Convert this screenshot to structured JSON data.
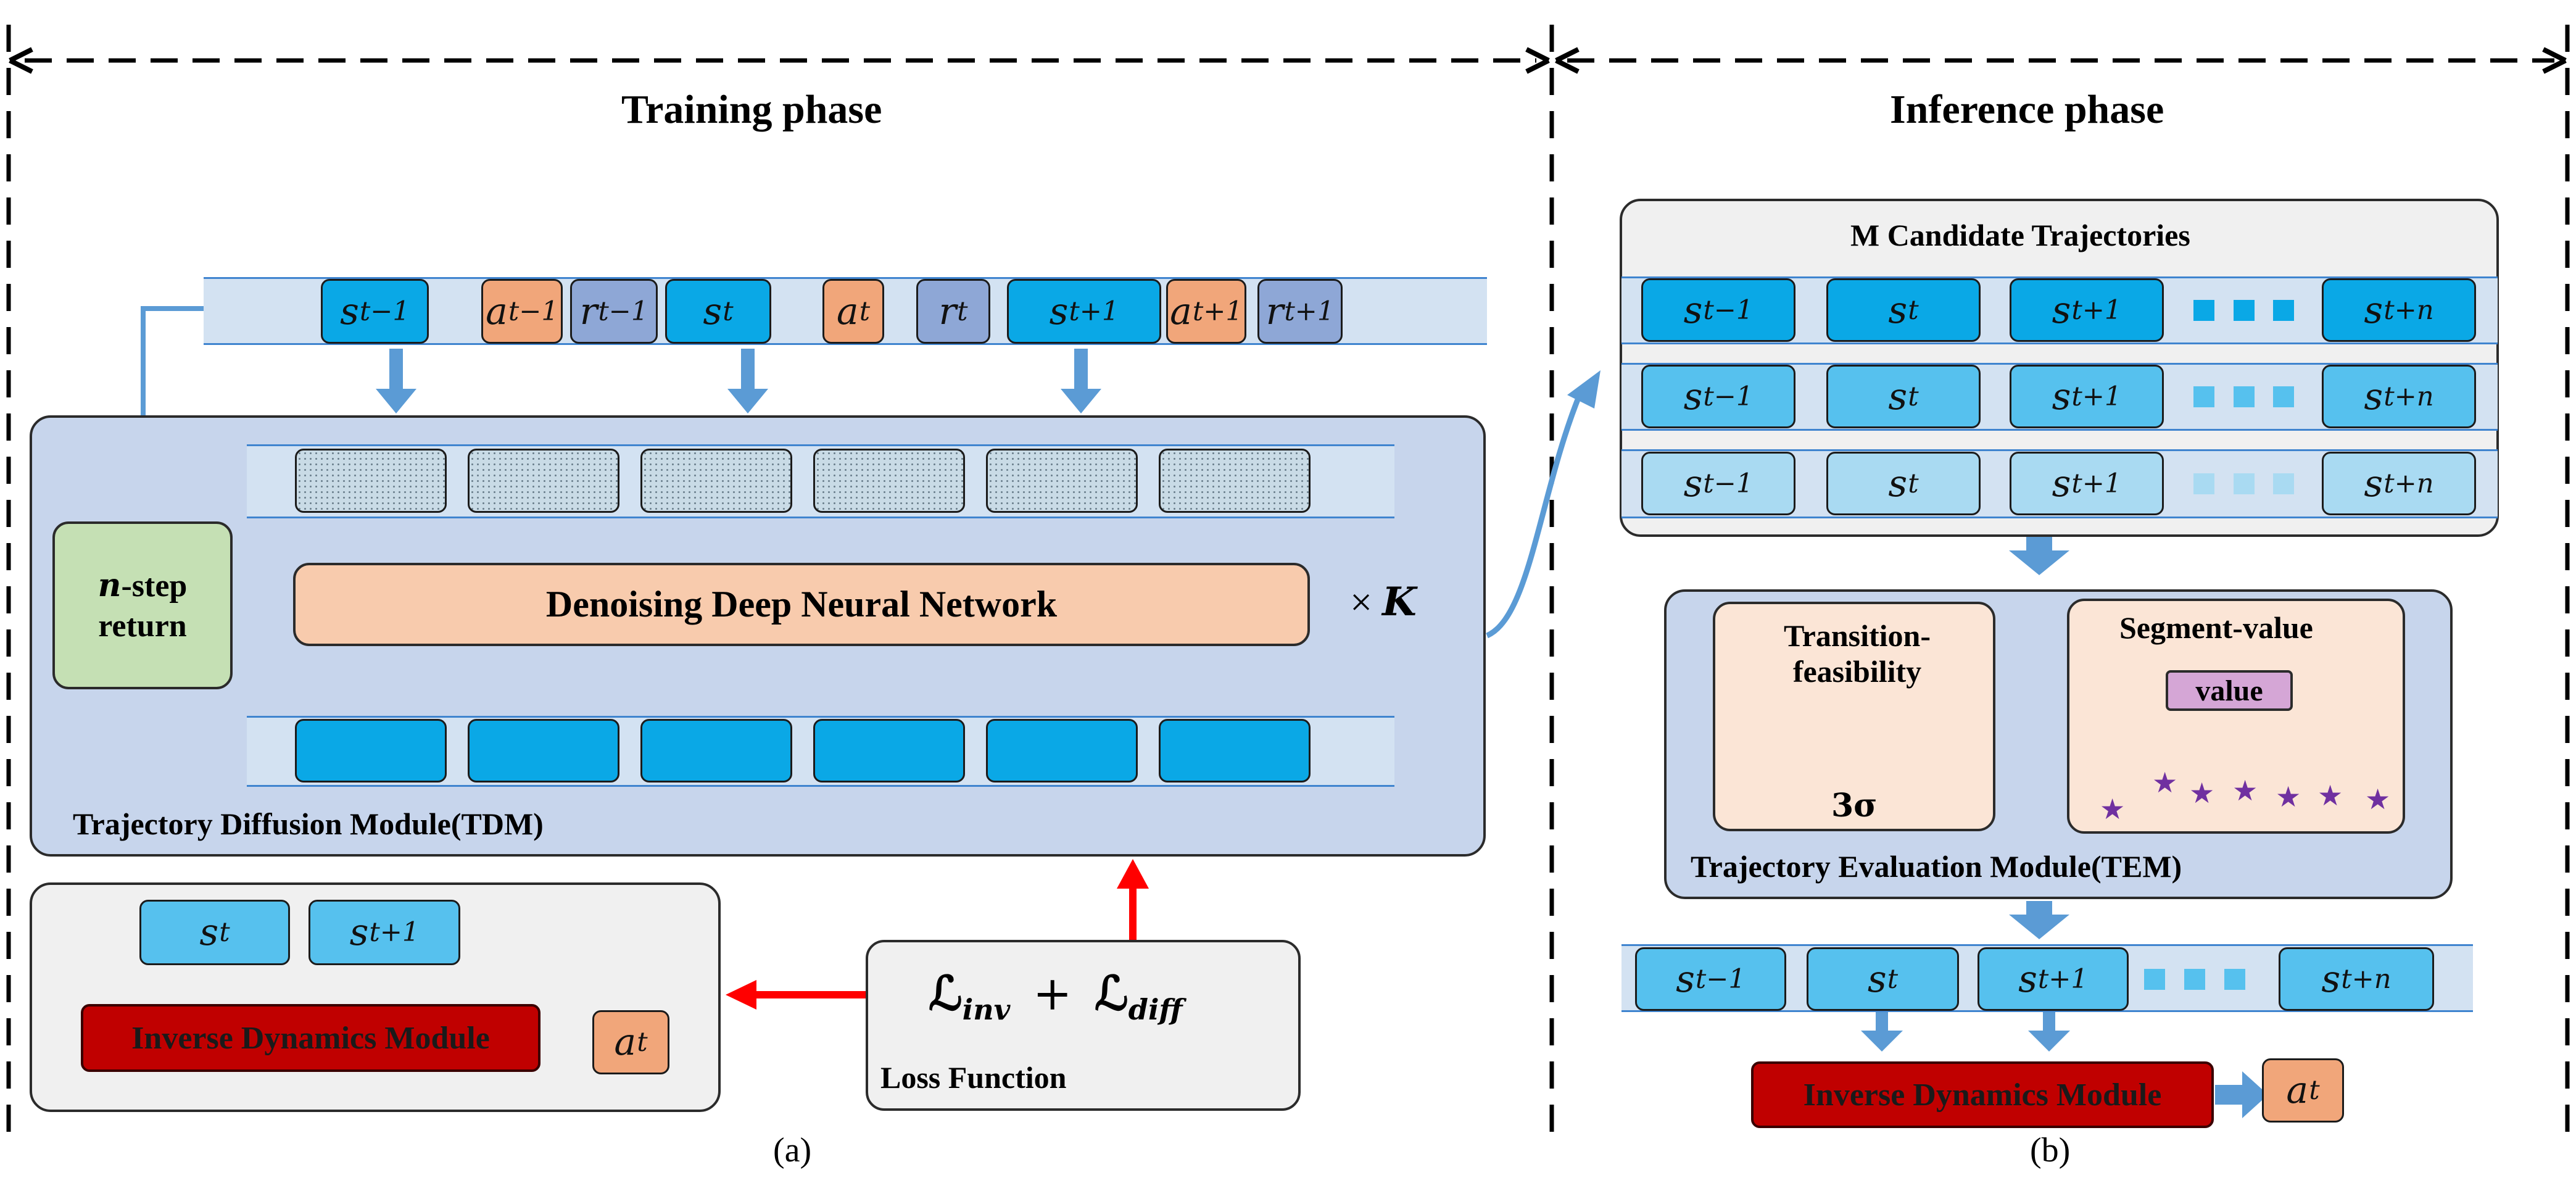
{
  "training": {
    "title": "Training phase",
    "top_tokens": [
      {
        "base": "s",
        "sub": "t−1",
        "kind": "s"
      },
      {
        "base": "a",
        "sub": "t−1",
        "kind": "a"
      },
      {
        "base": "r",
        "sub": "t−1",
        "kind": "r"
      },
      {
        "base": "s",
        "sub": "t",
        "kind": "s"
      },
      {
        "base": "a",
        "sub": "t",
        "kind": "a"
      },
      {
        "base": "r",
        "sub": "t",
        "kind": "r"
      },
      {
        "base": "s",
        "sub": "t+1",
        "kind": "s"
      },
      {
        "base": "a",
        "sub": "t+1",
        "kind": "a"
      },
      {
        "base": "r",
        "sub": "t+1",
        "kind": "r"
      }
    ],
    "tdm": {
      "label": "Trajectory Diffusion Module(TDM)",
      "nstep_bold": "n",
      "nstep_rest": "-step",
      "nstep_line2": "return",
      "ddnn": "Denoising Deep Neural Network",
      "times": "×",
      "k": "K"
    },
    "idm_block": {
      "s_t": {
        "base": "s",
        "sub": "t"
      },
      "s_t1": {
        "base": "s",
        "sub": "t+1"
      },
      "idm_label": "Inverse Dynamics Module",
      "a_t": {
        "base": "a",
        "sub": "t"
      }
    },
    "loss": {
      "l_inv_base": "ℒ",
      "l_inv_sub": "inv",
      "plus": "+",
      "l_diff_base": "ℒ",
      "l_diff_sub": "diff",
      "label": "Loss Function"
    },
    "caption": "(a)"
  },
  "inference": {
    "title": "Inference phase",
    "candidates_title": "M Candidate Trajectories",
    "rows": [
      [
        "s|t−1",
        "s|t",
        "s|t+1",
        "s|t+n"
      ],
      [
        "s|t−1",
        "s|t",
        "s|t+1",
        "s|t+n"
      ],
      [
        "s|t−1",
        "s|t",
        "s|t+1",
        "s|t+n"
      ]
    ],
    "tem": {
      "label": "Trajectory Evaluation Module(TEM)",
      "feasibility_line1": "Transition-",
      "feasibility_line2": "feasibility",
      "sigma_label": "3σ",
      "segment_title": "Segment-value",
      "value_label": "value"
    },
    "bottom_tokens": [
      "s|t−1",
      "s|t",
      "s|t+1",
      "s|t+n"
    ],
    "idm_label": "Inverse Dynamics Module",
    "a_t": {
      "base": "a",
      "sub": "t"
    },
    "caption": "(b)"
  },
  "colors": {
    "state": "#0aa8e6",
    "action": "#f1a67a",
    "reward": "#8ea7d6",
    "arrow_blue": "#5b9bd5",
    "arrow_red": "#ff0000",
    "idm": "#c00000",
    "tdm_bg": "#c7d5ec",
    "nstep_bg": "#c5e0b4",
    "ddnn_bg": "#f8cbad",
    "tem_card_bg": "#fbe5d6",
    "curve": "#7030a0",
    "trajectory": "#00b0f0"
  }
}
